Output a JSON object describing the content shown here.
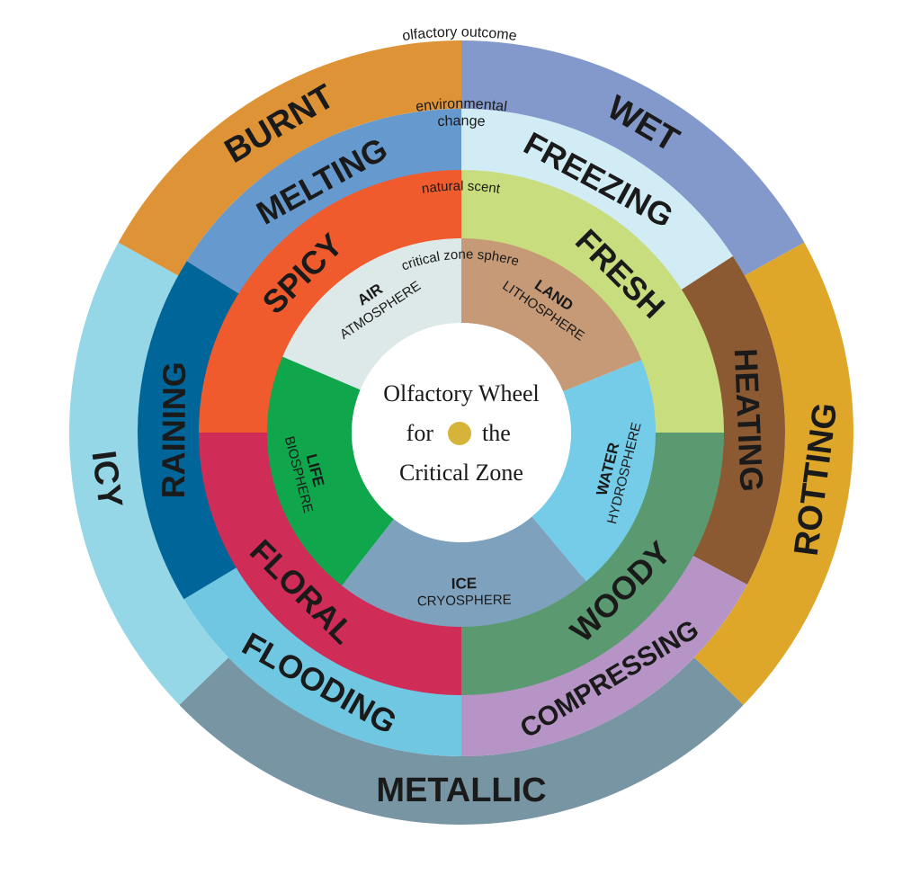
{
  "title": {
    "line1": "Olfactory Wheel",
    "line2_left": "for",
    "line2_right": "the",
    "line3": "Critical Zone",
    "dot_color": "#D6B43A"
  },
  "ring_captions": {
    "outer": "olfactory outcome",
    "middle_line1": "environmental",
    "middle_line2": "change",
    "natural": "natural scent",
    "sphere": "critical zone sphere"
  },
  "outer_ring": [
    {
      "label": "WET",
      "color": "#8399CB"
    },
    {
      "label": "ROTTING",
      "color": "#DFA72A"
    },
    {
      "label": "METALLIC",
      "color": "#7895A4"
    },
    {
      "label": "ICY",
      "color": "#95D7E6"
    },
    {
      "label": "BURNT",
      "color": "#DE9436"
    }
  ],
  "middle_ring": [
    {
      "label": "FREEZING",
      "color": "#D2ECF5"
    },
    {
      "label": "HEATING",
      "color": "#8B5932"
    },
    {
      "label": "COMPRESSING",
      "color": "#B695C6"
    },
    {
      "label": "FLOODING",
      "color": "#6FC7E2"
    },
    {
      "label": "RAINING",
      "color": "#006699"
    },
    {
      "label": "MELTING",
      "color": "#6699CE"
    }
  ],
  "scent_ring": [
    {
      "label": "FRESH",
      "color": "#C8DD7D"
    },
    {
      "label": "WOODY",
      "color": "#5B9A70"
    },
    {
      "label": "FLORAL",
      "color": "#CF2C57"
    },
    {
      "label": "SPICY",
      "color": "#EF5B2D"
    }
  ],
  "sphere_ring": [
    {
      "name": "LAND",
      "sub": "LITHOSPHERE",
      "color": "#C69A76"
    },
    {
      "name": "WATER",
      "sub": "HYDROSPHERE",
      "color": "#74CCE8"
    },
    {
      "name": "ICE",
      "sub": "CRYOSPHERE",
      "color": "#7EA1BD"
    },
    {
      "name": "LIFE",
      "sub": "BIOSPHERE",
      "color": "#0FA64C"
    },
    {
      "name": "AIR",
      "sub": "ATMOSPHERE",
      "color": "#DDE8E8"
    }
  ]
}
